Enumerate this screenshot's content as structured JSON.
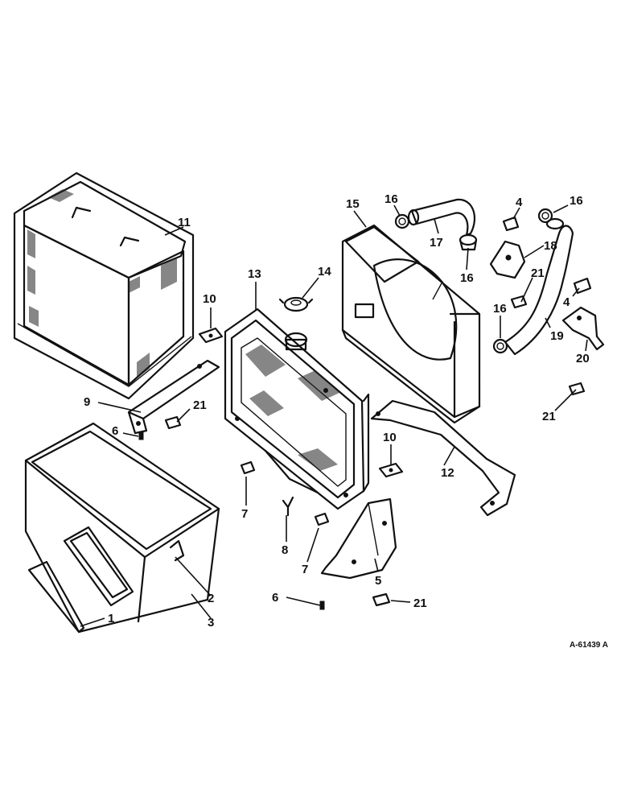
{
  "drawing_code": "A-61439 A",
  "callouts": [
    {
      "id": "c1",
      "label": "1"
    },
    {
      "id": "c2",
      "label": "2"
    },
    {
      "id": "c3",
      "label": "3"
    },
    {
      "id": "c4a",
      "label": "4"
    },
    {
      "id": "c4b",
      "label": "4"
    },
    {
      "id": "c5",
      "label": "5"
    },
    {
      "id": "c6a",
      "label": "6"
    },
    {
      "id": "c6b",
      "label": "6"
    },
    {
      "id": "c7a",
      "label": "7"
    },
    {
      "id": "c7b",
      "label": "7"
    },
    {
      "id": "c8",
      "label": "8"
    },
    {
      "id": "c9",
      "label": "9"
    },
    {
      "id": "c10a",
      "label": "10"
    },
    {
      "id": "c10b",
      "label": "10"
    },
    {
      "id": "c11",
      "label": "11"
    },
    {
      "id": "c12",
      "label": "12"
    },
    {
      "id": "c13",
      "label": "13"
    },
    {
      "id": "c14",
      "label": "14"
    },
    {
      "id": "c15",
      "label": "15"
    },
    {
      "id": "c16a",
      "label": "16"
    },
    {
      "id": "c16b",
      "label": "16"
    },
    {
      "id": "c16c",
      "label": "16"
    },
    {
      "id": "c16d",
      "label": "16"
    },
    {
      "id": "c17",
      "label": "17"
    },
    {
      "id": "c18",
      "label": "18"
    },
    {
      "id": "c19",
      "label": "19"
    },
    {
      "id": "c20",
      "label": "20"
    },
    {
      "id": "c21a",
      "label": "21"
    },
    {
      "id": "c21b",
      "label": "21"
    },
    {
      "id": "c21c",
      "label": "21"
    },
    {
      "id": "c21d",
      "label": "21"
    }
  ]
}
